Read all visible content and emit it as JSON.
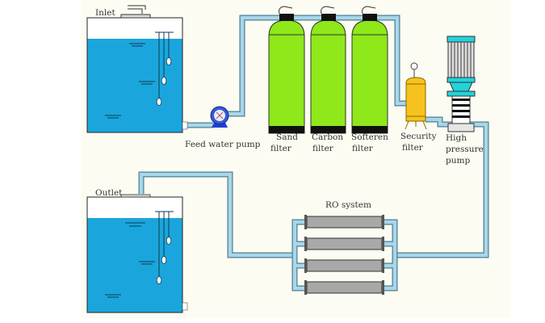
{
  "labels": {
    "inlet": "Inlet",
    "outlet": "Outlet",
    "feed_pump": "Feed water pump",
    "sand_filter": [
      "Sand",
      "filter"
    ],
    "carbon_filter": [
      "Carbon",
      "filter"
    ],
    "softener_filter": [
      "Softeren",
      "filter"
    ],
    "security_filter": [
      "Security",
      "filter"
    ],
    "high_pressure_pump": [
      "High",
      "pressure",
      "pump"
    ],
    "ro_system": "RO system"
  },
  "colors": {
    "background": "#fdfcf2",
    "water": "#1aa6dc",
    "pipe": "#a9d6e8",
    "filter_green": "#8ee81a",
    "security_yellow": "#f6c21d",
    "pump_blue": "#1d3fd8",
    "motor_cyan": "#22d3dc",
    "membrane_gray": "#a8a8a8"
  }
}
